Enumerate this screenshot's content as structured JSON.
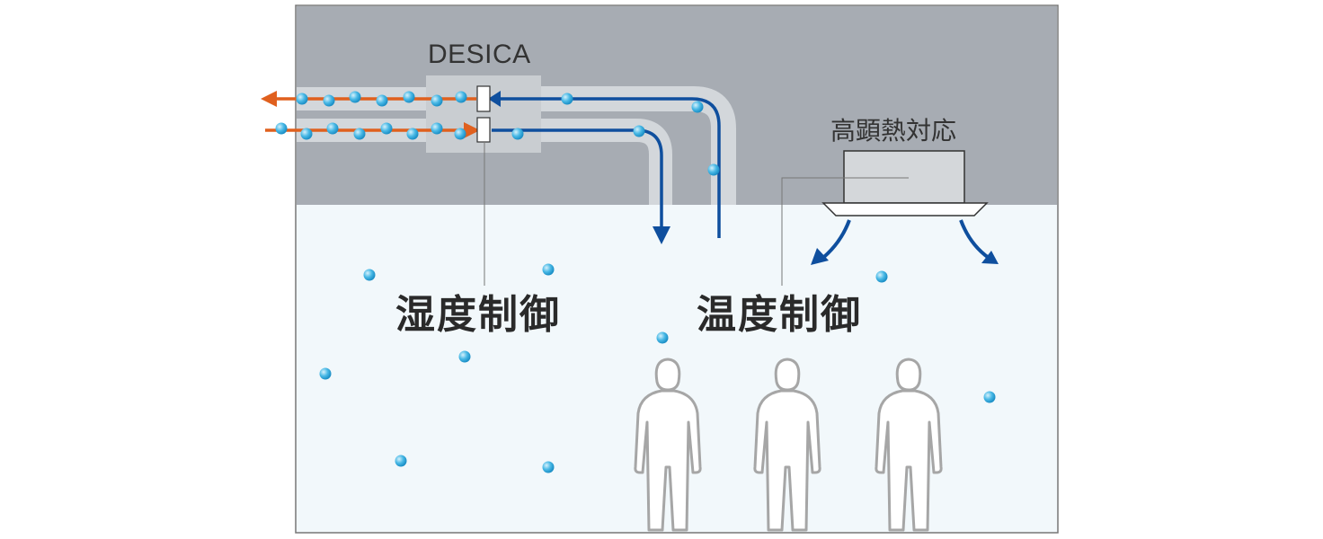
{
  "labels": {
    "desica": "DESICA",
    "high_sensible_heat": "高顕熱対応",
    "humidity_control": "湿度制御",
    "temperature_control": "温度制御"
  },
  "colors": {
    "ceiling": "#a7acb3",
    "room": "#f2f8fb",
    "duct_body": "#d0d4d8",
    "supply_arrow": "#0f4f9e",
    "outdoor_arrow": "#e0601e",
    "moisture_dot": "#3fb4e3",
    "person_outline": "#a6a6a6"
  },
  "icons": {
    "moisture": "water-droplet-dot",
    "person": "person-silhouette"
  }
}
